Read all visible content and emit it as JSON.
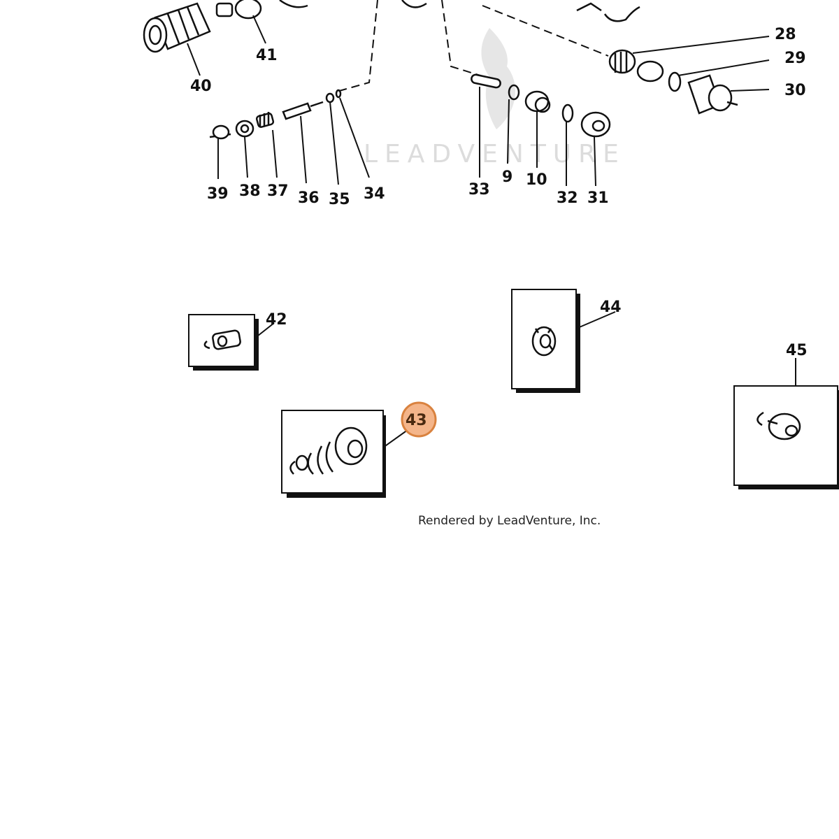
{
  "watermark": {
    "text": "LEADVENTURE"
  },
  "footer": {
    "text": "Rendered by LeadVenture, Inc."
  },
  "highlight": {
    "color": "#f4b58a",
    "stroke": "#d9823f",
    "label": "43"
  },
  "callouts": {
    "c28": "28",
    "c29": "29",
    "c30": "30",
    "c40": "40",
    "c41": "41",
    "c39": "39",
    "c38": "38",
    "c37": "37",
    "c36": "36",
    "c35": "35",
    "c34": "34",
    "c33": "33",
    "c9": "9",
    "c10": "10",
    "c32": "32",
    "c31": "31",
    "c42": "42",
    "c44": "44",
    "c45": "45"
  }
}
